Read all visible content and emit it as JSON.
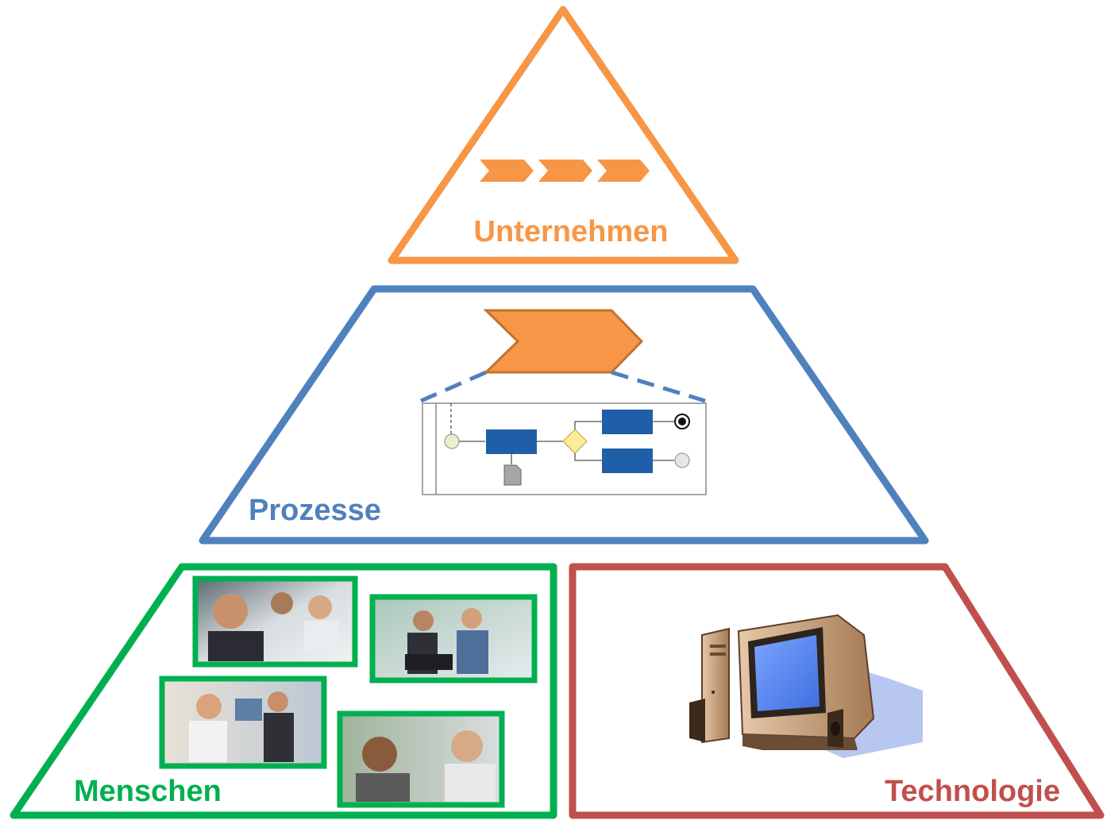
{
  "diagram": {
    "top": {
      "label": "Unternehmen",
      "color": "#f79646"
    },
    "middle": {
      "label": "Prozesse",
      "color": "#4f81bd"
    },
    "bottom_left": {
      "label": "Menschen",
      "color": "#00b050"
    },
    "bottom_right": {
      "label": "Technologie",
      "color": "#c0504d"
    }
  },
  "icons": {
    "process_arrows": "chevron-arrows-icon",
    "process_step": "process-chevron-icon",
    "bpmn": "bpmn-diagram-icon",
    "photos": [
      "team-meeting-photo",
      "business-couple-photo",
      "reception-photo",
      "colleagues-photo"
    ],
    "computer": "computer-icon"
  }
}
